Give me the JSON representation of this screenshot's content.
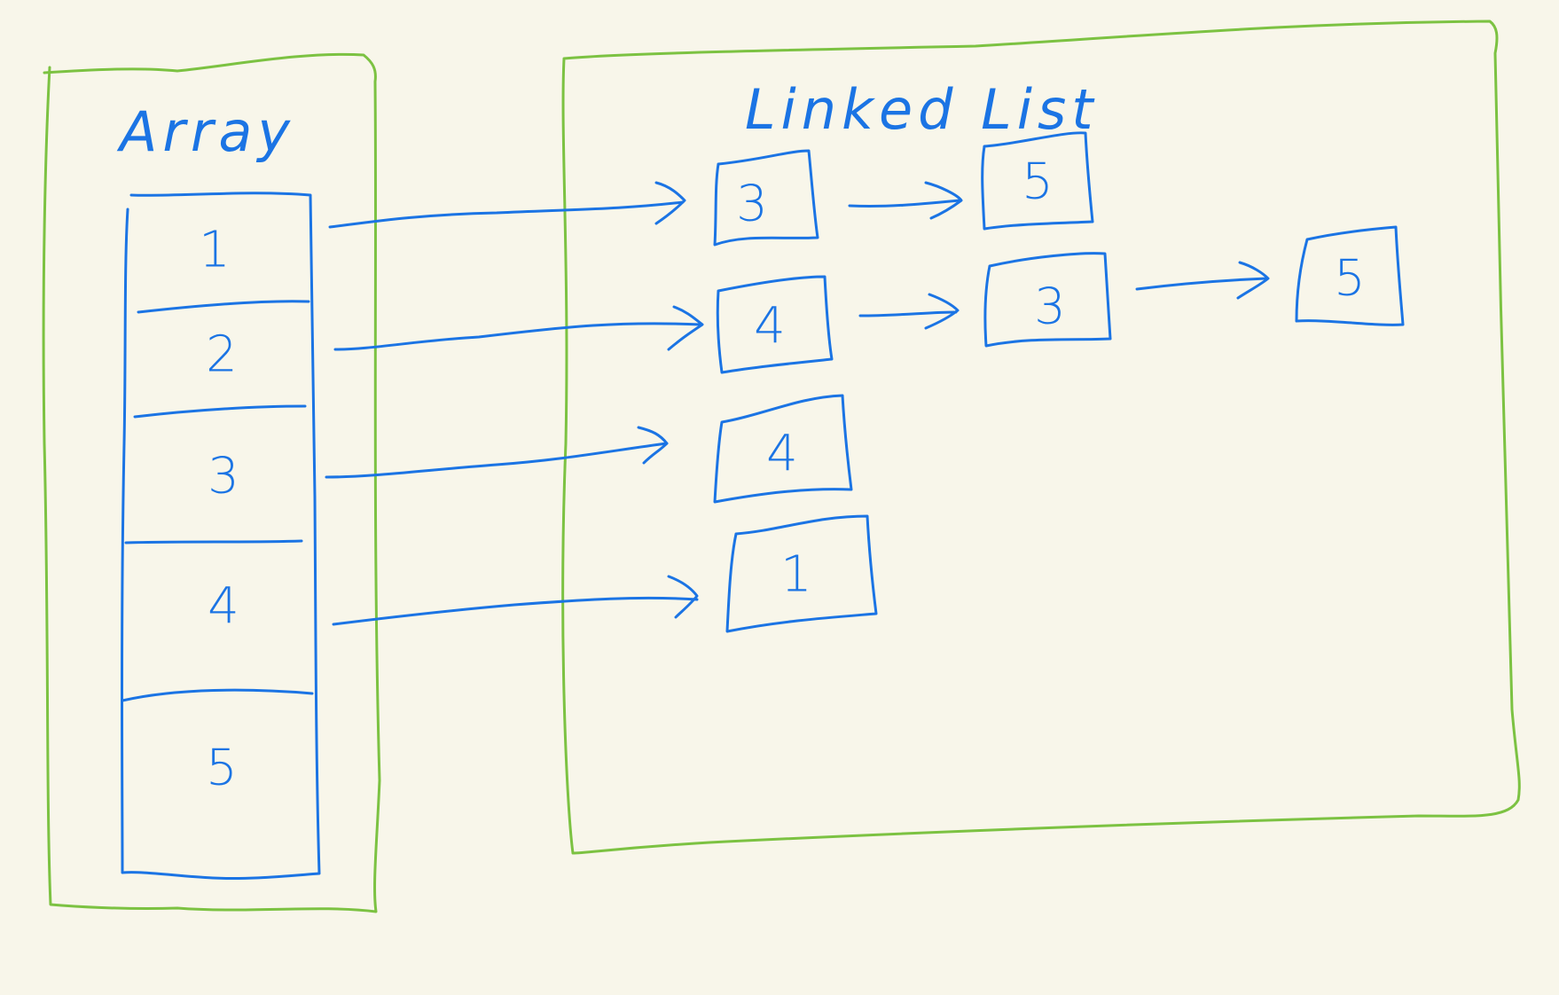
{
  "array_panel": {
    "title": "Array",
    "cells": [
      "1",
      "2",
      "3",
      "4",
      "5"
    ]
  },
  "linked_list_panel": {
    "title": "Linked List",
    "chains": [
      [
        "3",
        "5"
      ],
      [
        "4",
        "3",
        "5"
      ],
      [
        "4"
      ],
      [
        "1"
      ]
    ]
  },
  "colors": {
    "background": "#f8f6ea",
    "frame": "#7cc242",
    "ink": "#1b74e4"
  }
}
